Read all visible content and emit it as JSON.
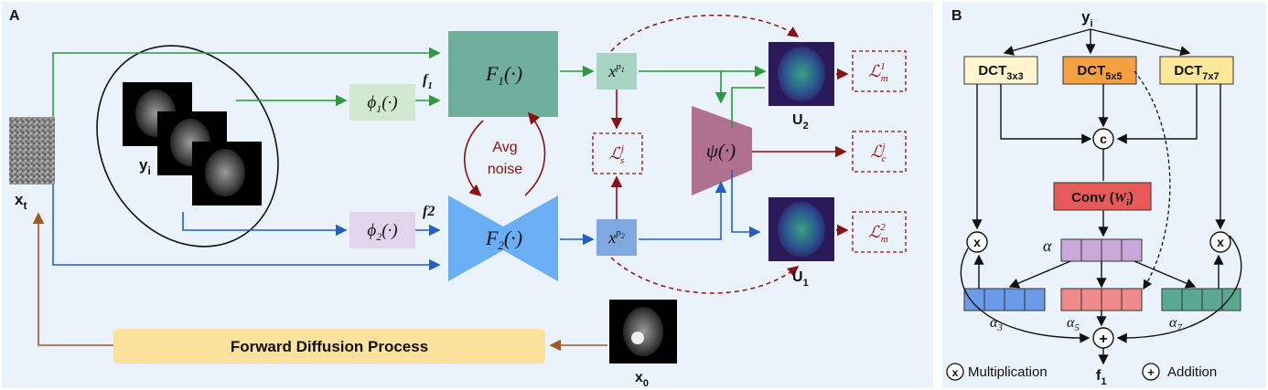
{
  "panel_a": {
    "label": "A",
    "noisy_input": "x",
    "noisy_input_sub": "t",
    "conditions": "y",
    "conditions_sub": "i",
    "phi1": "ϕ",
    "phi1_sub": "1",
    "phi1_arg": "(·)",
    "phi2": "ϕ",
    "phi2_sub": "2",
    "phi2_arg": "(·)",
    "f1_label": "f",
    "f1_sub": "1",
    "f2_label": "f2",
    "F1": "F",
    "F1_sub": "1",
    "F1_arg": "(·)",
    "F2": "F",
    "F2_sub": "2",
    "F2_arg": "(·)",
    "avg_noise_line1": "Avg",
    "avg_noise_line2": "noise",
    "xp1": "x",
    "xp1_sup": "p",
    "xp1_sup_sub": "1",
    "xp2": "x",
    "xp2_sup": "p",
    "xp2_sup_sub": "2",
    "ls": "ℒ",
    "ls_sub": "s",
    "ls_sup": "j",
    "psi": "ψ(·)",
    "lc": "ℒ",
    "lc_sub": "c",
    "lc_sup": "j",
    "lm1": "ℒ",
    "lm1_sub": "m",
    "lm1_sup": "1",
    "lm2": "ℒ",
    "lm2_sub": "m",
    "lm2_sup": "2",
    "u2": "U",
    "u2_sub": "2",
    "u1": "U",
    "u1_sub": "1",
    "forward": "Forward Diffusion Process",
    "x0": "x",
    "x0_sub": "0"
  },
  "panel_b": {
    "label": "B",
    "yi": "y",
    "yi_sub": "i",
    "dct3": "DCT",
    "dct3_sub": "3x3",
    "dct5": "DCT",
    "dct5_sub": "5x5",
    "dct7": "DCT",
    "dct7_sub": "7x7",
    "concat": "c",
    "conv": "Conv (",
    "conv_w": "W",
    "conv_w_sub": "i",
    "conv_close": ")",
    "alpha": "α",
    "alpha3": "α",
    "alpha3_sub": "3",
    "alpha5": "α",
    "alpha5_sub": "5",
    "alpha7": "α",
    "alpha7_sub": "7",
    "mult_symbol": "x",
    "add_symbol": "+",
    "f1": "f",
    "f1_sub": "1",
    "legend_mult": "Multiplication",
    "legend_add": "Addition"
  },
  "colors": {
    "green": "#2a9a3a",
    "blue": "#2060c0",
    "darkred": "#8b1010",
    "brown": "#a05a20",
    "teal": "#6fae9a",
    "lightblue": "#6aaef5",
    "mauve": "#b07090",
    "panel_a_bg": "#eaf3fb",
    "panel_b_bg": "#eaf3fb"
  }
}
